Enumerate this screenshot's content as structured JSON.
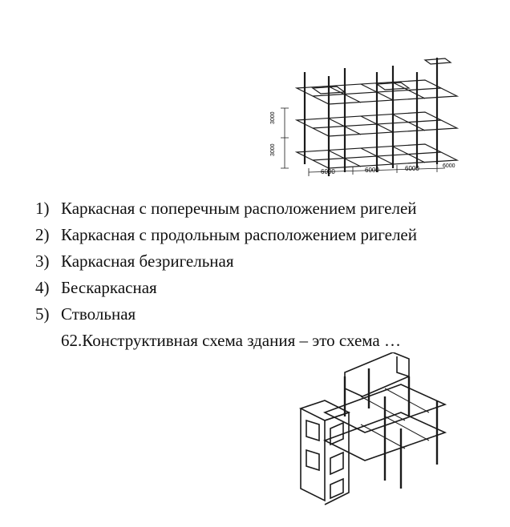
{
  "options": [
    {
      "num": "1)",
      "text": "Каркасная с поперечным расположением ригелей"
    },
    {
      "num": "2)",
      "text": "Каркасная с продольным расположением ригелей"
    },
    {
      "num": "3)",
      "text": "Каркасная безригельная"
    },
    {
      "num": "4)",
      "text": "Бескаркасная"
    },
    {
      "num": "5)",
      "text": "Ствольная"
    }
  ],
  "question": "62.Конструктивная схема здания – это схема …",
  "figure_frame": {
    "dims": [
      "6000",
      "6000",
      "6000",
      "6000"
    ],
    "heights": [
      "3000",
      "3000"
    ]
  },
  "colors": {
    "ink": "#1a1a1a",
    "paper": "#ffffff"
  }
}
